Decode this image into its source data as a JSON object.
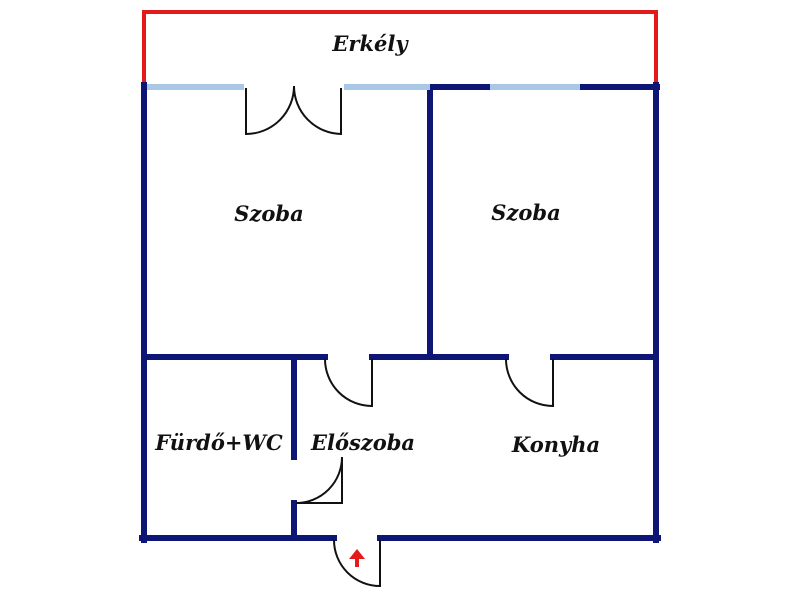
{
  "plan": {
    "rooms": {
      "balcony": "Erkély",
      "room_left": "Szoba",
      "room_right": "Szoba",
      "bathroom": "Fürdő+WC",
      "hall": "Előszoba",
      "kitchen": "Konyha"
    },
    "colors": {
      "wall": "#0d1674",
      "balcony_rail": "#e31b1b",
      "window": "#a9c8e6",
      "door": "#111111",
      "entrance_arrow": "#e31b1b"
    },
    "icons": {
      "entrance": "up-arrow-icon"
    }
  }
}
